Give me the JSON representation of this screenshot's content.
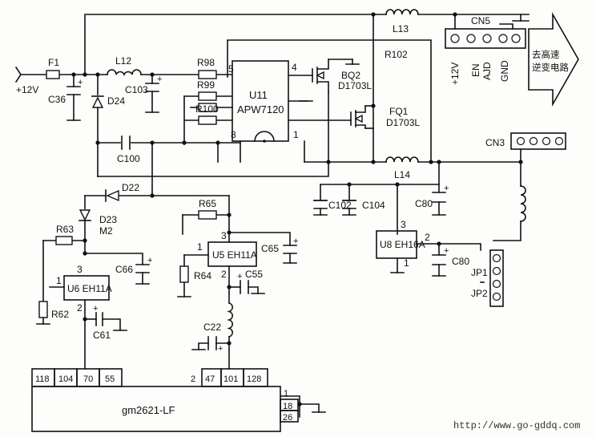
{
  "supply": "+12V",
  "fuse": "F1",
  "caps": {
    "c36": "C36",
    "c103": "C103",
    "c100": "C100",
    "c102": "C102",
    "c104": "C104",
    "c80a": "C80",
    "c80b": "C80",
    "c66": "C66",
    "c61": "C61",
    "c65": "C65",
    "c55": "C55",
    "c22": "C22"
  },
  "inductors": {
    "l12": "L12",
    "l13": "L13",
    "l14": "L14"
  },
  "resistors": {
    "r98": "R98",
    "r99": "R99",
    "r100": "R100",
    "r102": "R102",
    "r65": "R65",
    "r64": "R64",
    "r63": "R63",
    "r62": "R62"
  },
  "diodes": {
    "d24": "D24",
    "d22": "D22",
    "d23": "D23",
    "m2": "M2"
  },
  "u11": {
    "name": "U11",
    "part": "APW7120",
    "pin5": "5",
    "pin4": "4",
    "pin8": "8",
    "pin1": "1"
  },
  "bq2": {
    "name": "BQ2",
    "part": "D1703L"
  },
  "fq1": {
    "name": "FQ1",
    "part": "D1703L"
  },
  "u5": {
    "label": "U5  EH11A",
    "pin1": "1",
    "pin2": "2",
    "pin3": "3"
  },
  "u6": {
    "label": "U6  EH11A",
    "pin1": "1",
    "pin2": "2",
    "pin3": "3"
  },
  "u8": {
    "label": "U8  EH16A",
    "pin1": "1",
    "pin2": "2",
    "pin3": "3"
  },
  "cn5": {
    "name": "CN5",
    "pins": [
      "+12V",
      "EN",
      "AJD",
      "GND"
    ]
  },
  "cn3": "CN3",
  "jp1": "JP1",
  "jp2": "JP2",
  "arrow_text": [
    "去高速",
    "逆变电路"
  ],
  "gm": {
    "name": "gm2621-LF",
    "left_pins": [
      "118",
      "104",
      "70",
      "55"
    ],
    "mid_pins": [
      "2",
      "47",
      "101",
      "128"
    ],
    "right_pins": [
      "1",
      "18",
      "26"
    ]
  },
  "watermark": "http://www.go-gddq.com"
}
